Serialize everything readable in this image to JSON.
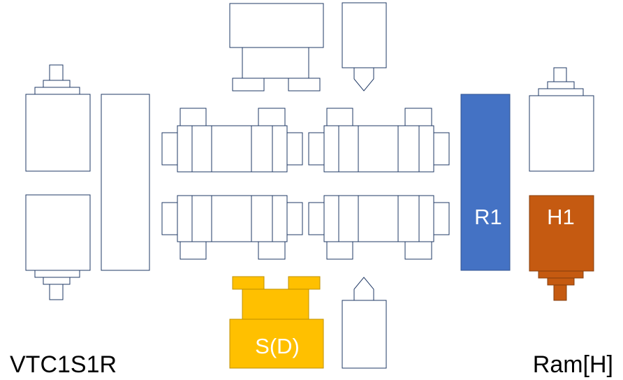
{
  "labels": {
    "bottom_left": "VTC1S1R",
    "bottom_right": "Ram[H]",
    "r1": "R1",
    "h1": "H1",
    "sd": "S(D)"
  },
  "colors": {
    "outline": "#1f3864",
    "r1_fill": "#4472c4",
    "h1_fill": "#c55a11",
    "sd_fill": "#ffc000",
    "label_text": "#ffffff",
    "corner_text": "#000000"
  }
}
